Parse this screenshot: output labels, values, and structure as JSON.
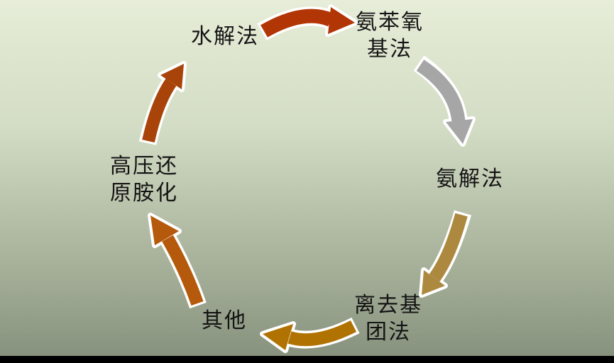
{
  "diagram": {
    "type": "cycle",
    "nodes": [
      {
        "id": "hydrolysis",
        "label": "水解法"
      },
      {
        "id": "ammonia-phenoxy",
        "label": "氨苯氧\n基法"
      },
      {
        "id": "ammonolysis",
        "label": "氨解法"
      },
      {
        "id": "leaving-group",
        "label": "离去基\n团法"
      },
      {
        "id": "other",
        "label": "其他"
      },
      {
        "id": "high-pressure-reductive-amination",
        "label": "高压还\n原胺化"
      }
    ],
    "arrows": [
      {
        "from": "水解法",
        "to": "氨苯氧基法",
        "color": "#b23505"
      },
      {
        "from": "氨苯氧基法",
        "to": "氨解法",
        "color": "#a6a6a6"
      },
      {
        "from": "氨解法",
        "to": "离去基团法",
        "color": "#ad893f"
      },
      {
        "from": "离去基团法",
        "to": "其他",
        "color": "#b07200"
      },
      {
        "from": "其他",
        "to": "高压还原胺化",
        "color": "#b55a0c"
      },
      {
        "from": "高压还原胺化",
        "to": "水解法",
        "color": "#a84409"
      }
    ],
    "colors": {
      "background_top": "#e6edd8",
      "background_bottom": "#85907c",
      "text": "#141414",
      "arrow_outline": "#ffffff",
      "bottom_bar": "#000000"
    }
  }
}
